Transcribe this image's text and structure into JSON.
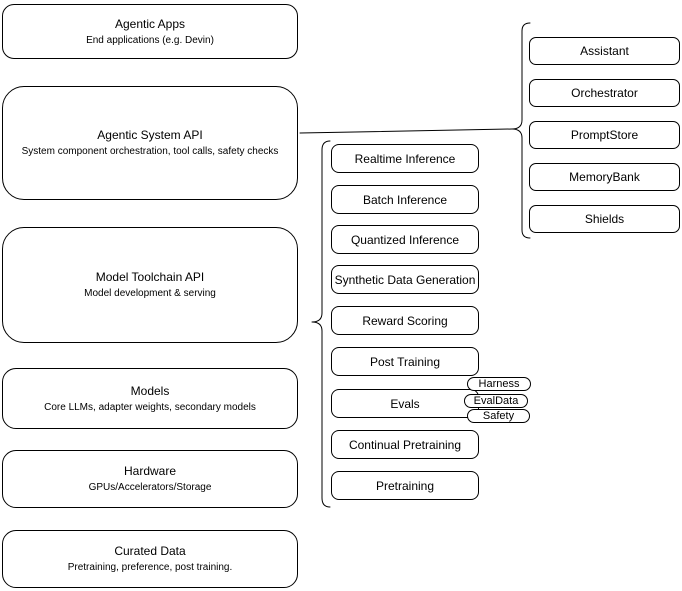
{
  "diagram": {
    "layers": [
      {
        "title": "Agentic Apps",
        "subtitle": "End applications (e.g. Devin)"
      },
      {
        "title": "Agentic System API",
        "subtitle": "System component orchestration, tool calls, safety checks"
      },
      {
        "title": "Model Toolchain API",
        "subtitle": "Model development & serving"
      },
      {
        "title": "Models",
        "subtitle": "Core LLMs, adapter weights, secondary models"
      },
      {
        "title": "Hardware",
        "subtitle": "GPUs/Accelerators/Storage"
      },
      {
        "title": "Curated Data",
        "subtitle": "Pretraining, preference, post training."
      }
    ],
    "toolchain_api_items": [
      "Realtime Inference",
      "Batch Inference",
      "Quantized Inference",
      "Synthetic Data Generation",
      "Reward Scoring",
      "Post Training",
      "Evals",
      "Continual Pretraining",
      "Pretraining"
    ],
    "evals_tags": [
      "Harness",
      "EvalData",
      "Safety"
    ],
    "system_api_components": [
      "Assistant",
      "Orchestrator",
      "PromptStore",
      "MemoryBank",
      "Shields"
    ],
    "colors": {
      "stroke": "#000000",
      "fill": "#ffffff",
      "background": "#ffffff",
      "text": "#000000"
    }
  }
}
